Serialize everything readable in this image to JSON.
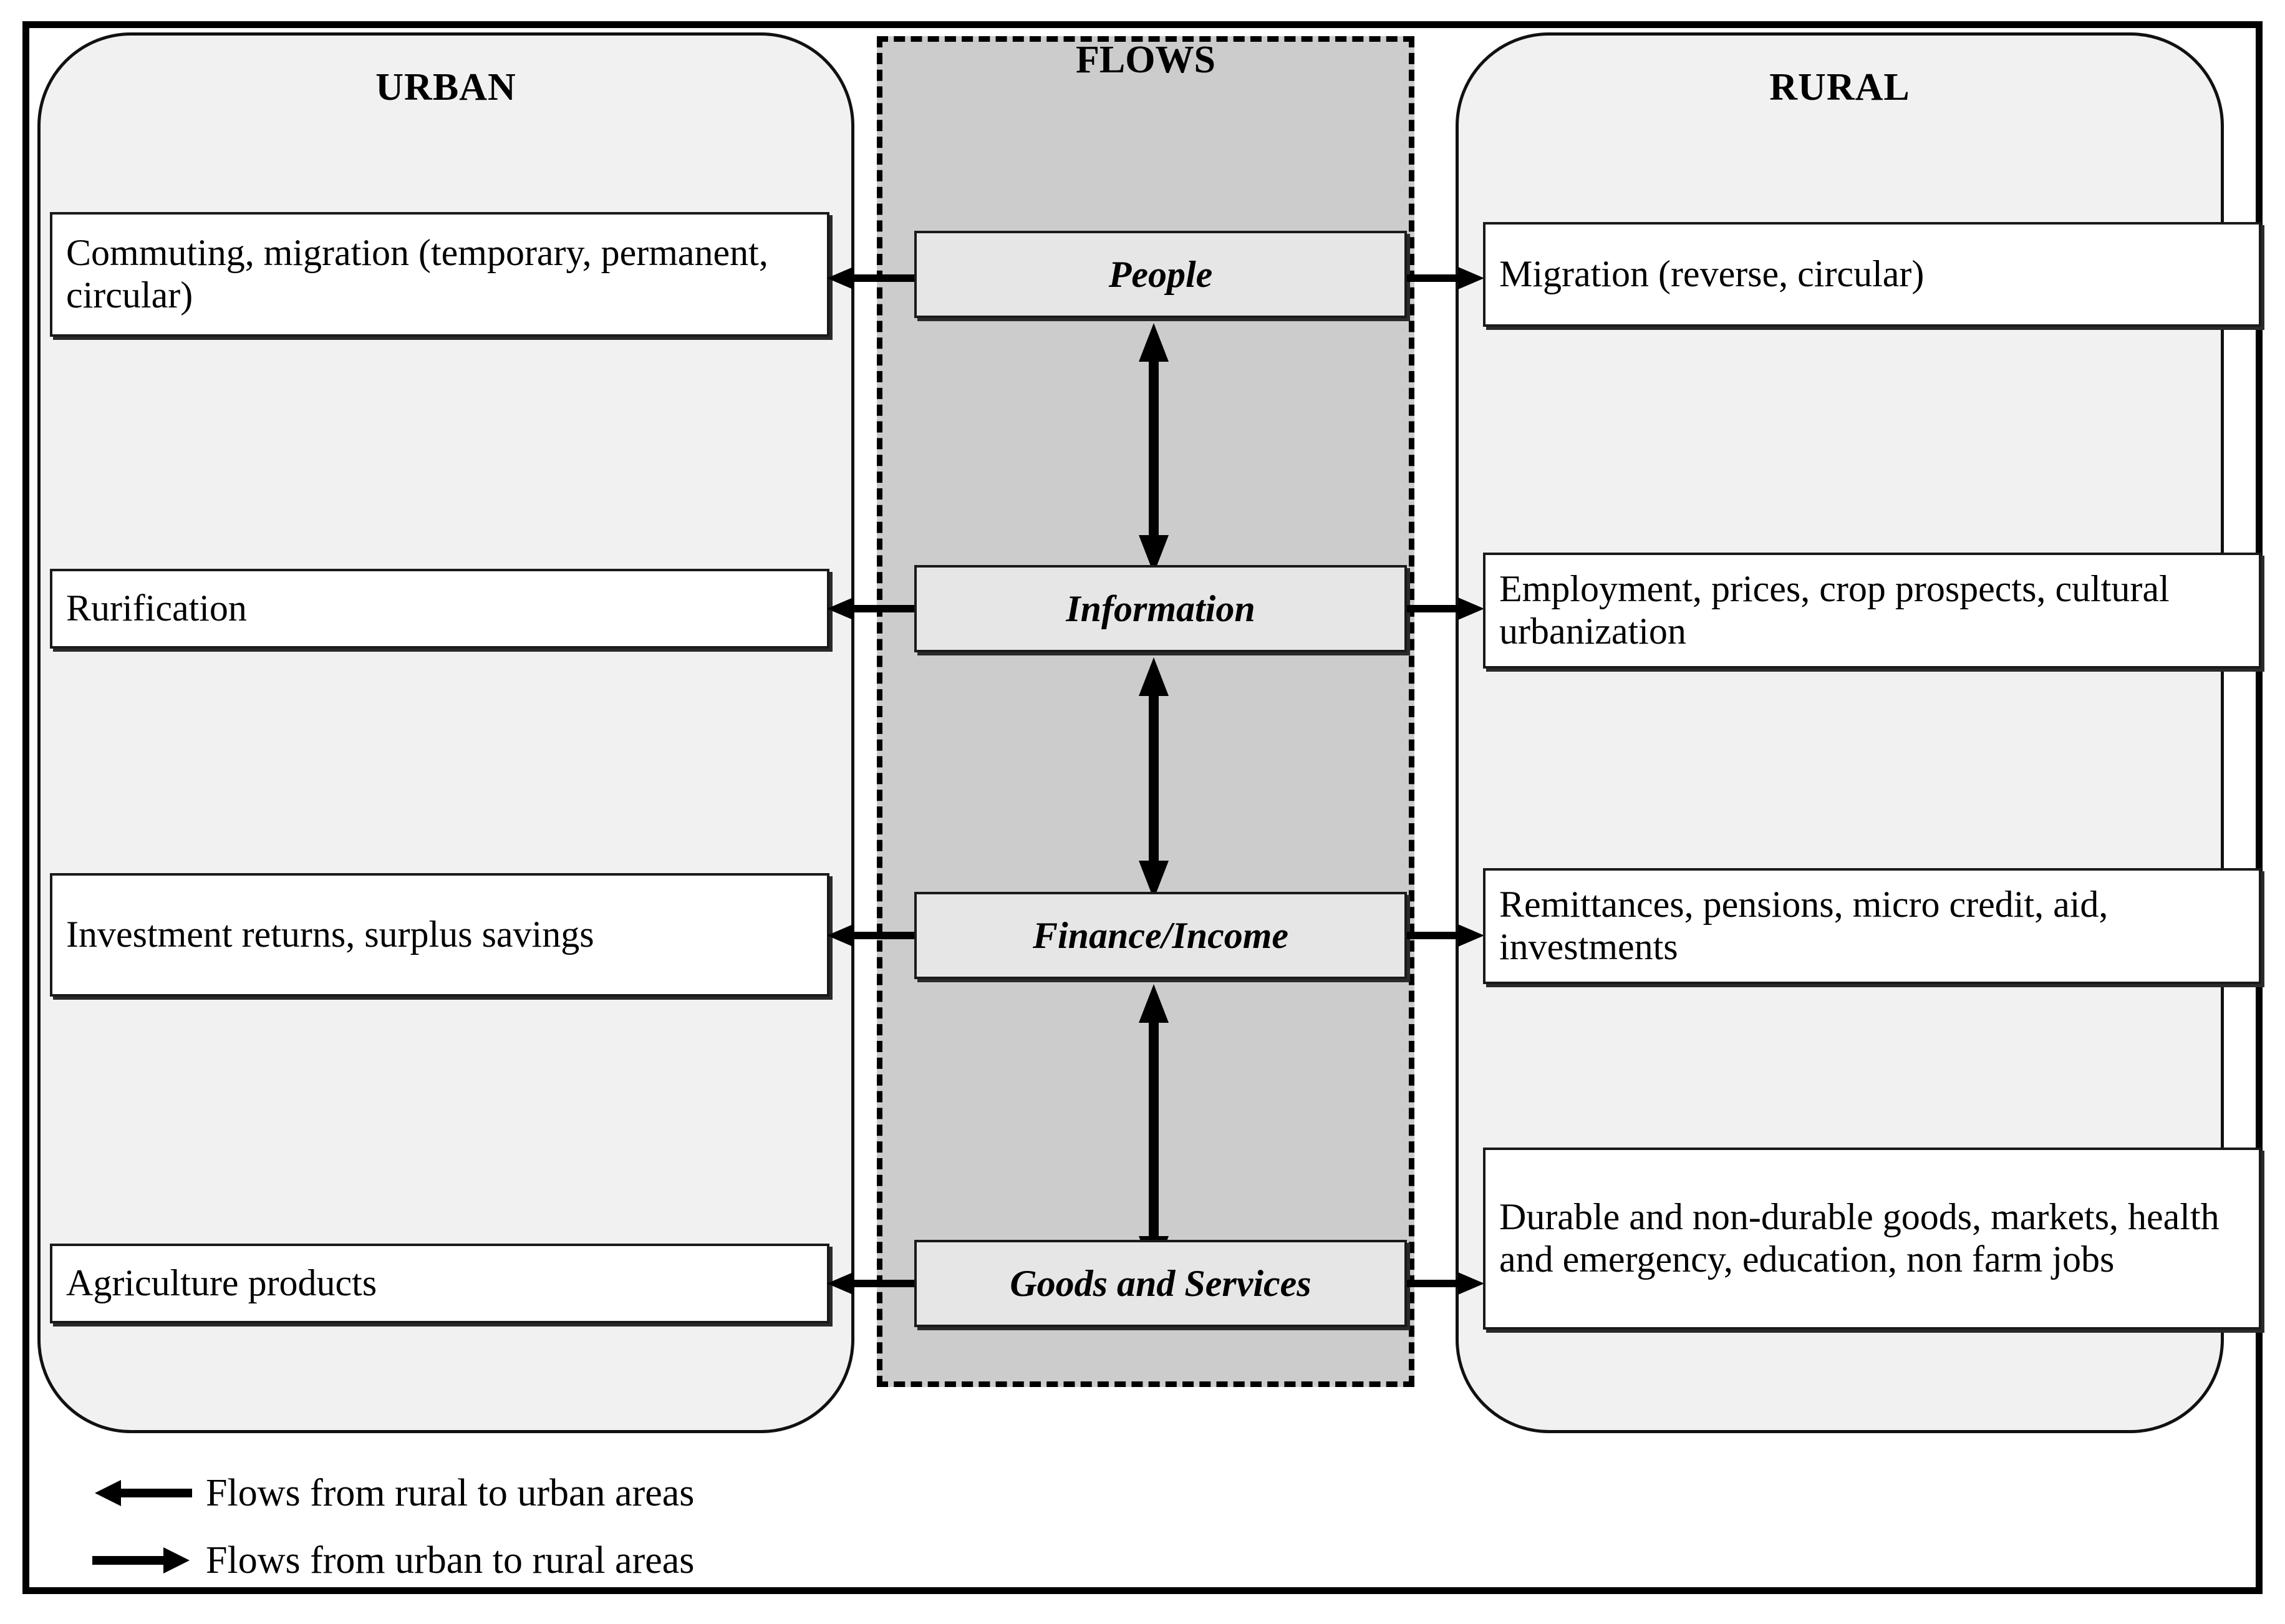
{
  "diagram": {
    "columns": {
      "urban": {
        "title": "URBAN"
      },
      "flows": {
        "title": "FLOWS"
      },
      "rural": {
        "title": "RURAL"
      }
    },
    "rows": [
      {
        "flow_label": "People",
        "urban_text": "Commuting, migration (temporary, permanent, circular)",
        "rural_text": "Migration (reverse, circular)"
      },
      {
        "flow_label": "Information",
        "urban_text": "Rurification",
        "rural_text": "Employment, prices, crop prospects, cultural urbanization"
      },
      {
        "flow_label": "Finance/Income",
        "urban_text": "Investment returns, surplus savings",
        "rural_text": "Remittances, pensions, micro credit, aid, investments"
      },
      {
        "flow_label": "Goods and Services",
        "urban_text": "Agriculture products",
        "rural_text": "Durable and non-durable goods, markets, health and emergency, education, non farm jobs"
      }
    ],
    "legend": [
      {
        "icon": "arrow-left-icon",
        "label": "Flows from rural to urban areas"
      },
      {
        "icon": "arrow-right-icon",
        "label": "Flows from urban to rural areas"
      }
    ],
    "colors": {
      "panel_fill": "#f1f1f1",
      "flows_fill": "#cccccc",
      "flow_box_fill": "#e6e6e6",
      "side_box_fill": "#ffffff",
      "stroke": "#000000"
    }
  }
}
